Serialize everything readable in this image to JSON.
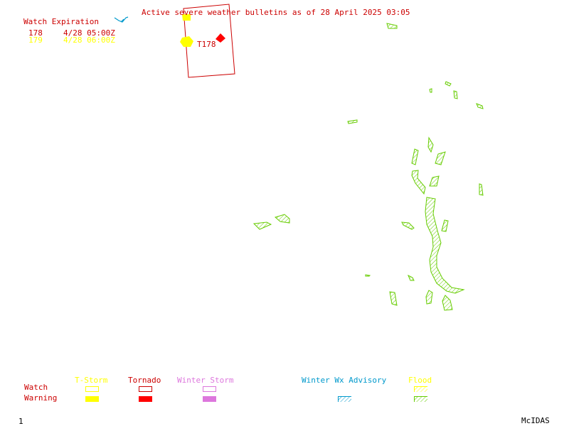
{
  "header": {
    "title": "Active severe weather bulletins as of 28 April 2025 03:05"
  },
  "watch_expiration": {
    "label": "Watch Expiration",
    "rows": [
      {
        "number": "178",
        "time": "4/28 05:00Z",
        "color": "#cc0000"
      },
      {
        "number": "179",
        "time": "4/28 06:00Z",
        "color": "#ffff00"
      }
    ]
  },
  "map": {
    "watch_box_label": "T178",
    "colors": {
      "tornado": "#ff0000",
      "tstorm": "#ffff00",
      "flood": "#66cc00",
      "watch_outline": "#cc0000",
      "winter_wx": "#0099cc"
    }
  },
  "legend": {
    "row_labels": {
      "watch": "Watch",
      "warning": "Warning"
    },
    "categories": [
      {
        "key": "tstorm",
        "label": "T-Storm",
        "color": "#ffff00",
        "style": "solid"
      },
      {
        "key": "tornado",
        "label": "Tornado",
        "color": "#ff0000",
        "style": "solid"
      },
      {
        "key": "winter_storm",
        "label": "Winter Storm",
        "color": "#dd77dd",
        "style": "solid"
      },
      {
        "key": "winter_wx",
        "label": "Winter Wx Advisory",
        "color": "#0099cc",
        "style": "hatched"
      },
      {
        "key": "flood",
        "label": "Flood",
        "color": "#66cc00",
        "style": "hatched"
      }
    ]
  },
  "footer": {
    "page_number": "1",
    "brand": "McIDAS"
  }
}
